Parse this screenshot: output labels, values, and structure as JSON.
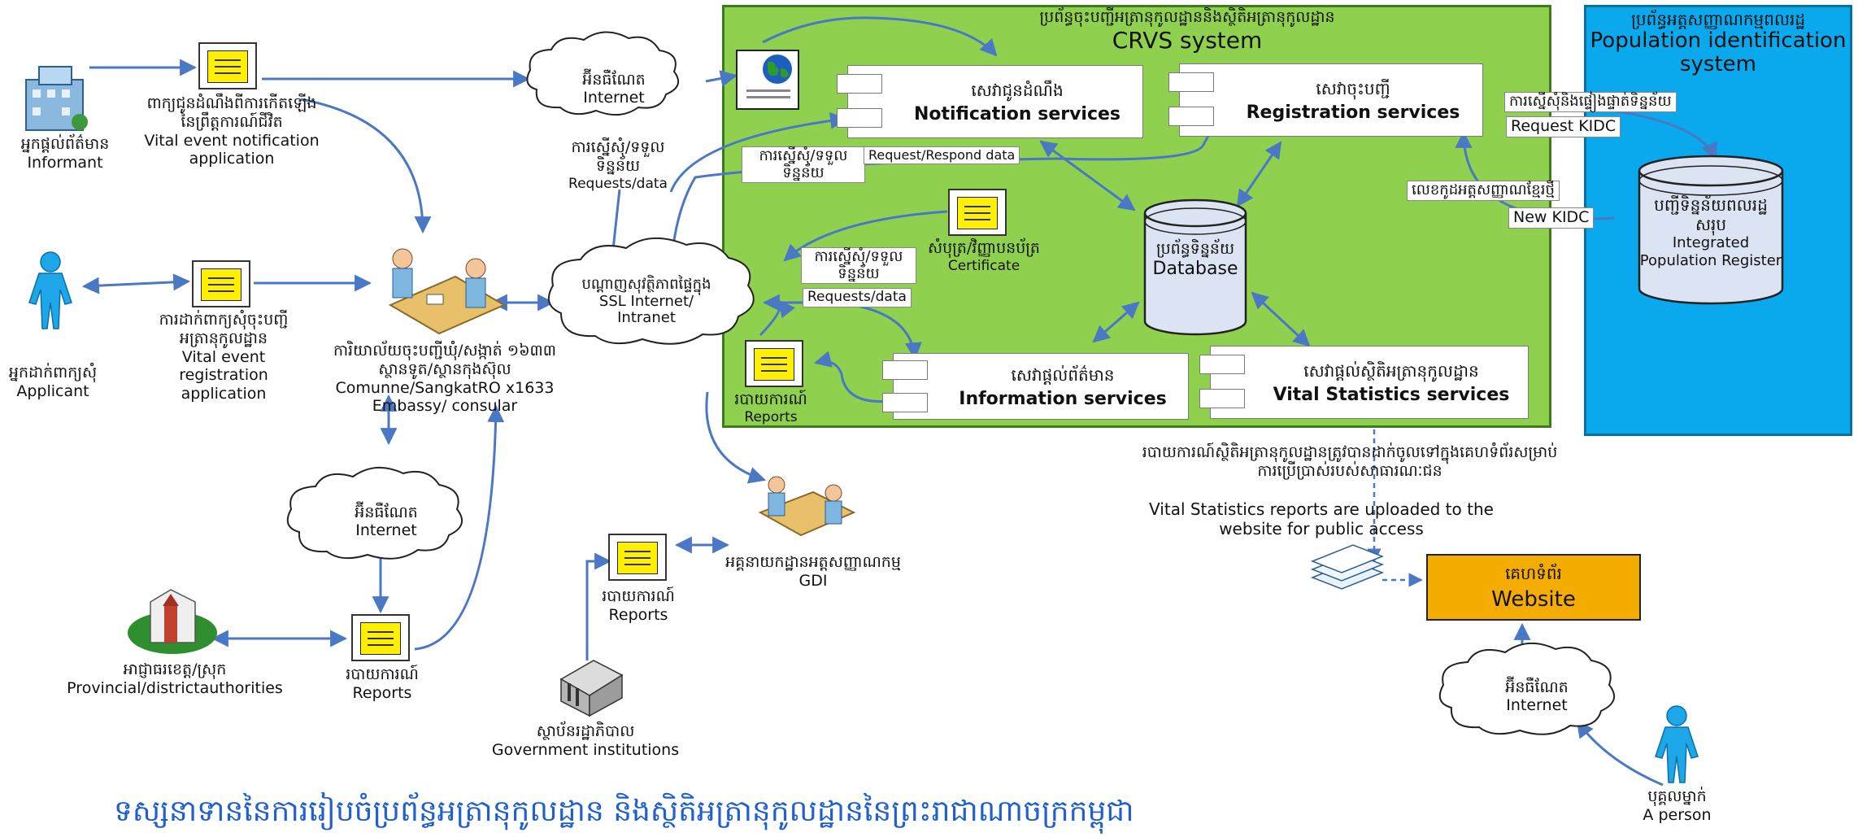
{
  "crvs": {
    "title_km": "ប្រព័ន្ធចុះបញ្ជីអត្រានុកូលដ្ឋាននិងស្ថិតិអត្រានុកូលដ្ឋាន",
    "title_en": "CRVS system"
  },
  "population": {
    "title_km": "ប្រព័ន្ធអត្តសញ្ញាណកម្មពលរដ្ឋ",
    "title_en": "Population identification system"
  },
  "services": {
    "notification": {
      "km": "សេវាជូនដំណឹង",
      "en": "Notification services"
    },
    "registration": {
      "km": "សេវាចុះបញ្ជី",
      "en": "Registration services"
    },
    "information": {
      "km": "សេវាផ្តល់ព័ត៌មាន",
      "en": "Information services"
    },
    "vital_stats": {
      "km": "សេវាផ្តល់ស្ថិតិអត្រានុកូលដ្ឋាន",
      "en": "Vital Statistics services"
    }
  },
  "database": {
    "km": "ប្រព័ន្ធទិន្នន័យ",
    "en": "Database"
  },
  "certificate": {
    "km": "សំបុត្រ/វិញ្ញាបនប័ត្រ",
    "en": "Certificate"
  },
  "reports_inner": {
    "km": "របាយការណ៍",
    "en": "Reports"
  },
  "request_respond": {
    "km": "ការស្នើសុំ/ទទួលទិន្នន័យ",
    "en": "Request/Respond data"
  },
  "requests_data_inner": {
    "km": "ការស្នើសុំ/ទទួលទិន្នន័យ",
    "en": "Requests/data"
  },
  "requests_data_outer": {
    "km": "ការស្នើសុំ/ទទួលទិន្នន័យ",
    "en": "Requests/data"
  },
  "kidc_request": {
    "km": "ការស្នើសុំនិងផ្ទៀងផ្ទាត់ទិន្នន័យ",
    "en": "Request KIDC"
  },
  "kidc_new": {
    "km": "លេខកូដអត្តសញ្ញាណខ្មែរថ្មី",
    "en": "New KIDC"
  },
  "ipr": {
    "km": "បញ្ជីទិន្នន័យពលរដ្ឋសរុប",
    "en": "Integrated Population Register"
  },
  "internet_top": {
    "km": "អ៊ីនធឺណែត",
    "en": "Internet"
  },
  "internet_left": {
    "km": "អ៊ីនធឺណែត",
    "en": "Internet"
  },
  "internet_right": {
    "km": "អ៊ីនធឺណែត",
    "en": "Internet"
  },
  "ssl": {
    "km": "បណ្តាញសុវត្ថិភាពផ្ទៃក្នុង",
    "en": "SSL Internet/ Intranet"
  },
  "informant": {
    "km": "អ្នកផ្តល់ព័ត៌មាន",
    "en": "Informant"
  },
  "applicant": {
    "km": "អ្នកដាក់ពាក្យសុំ",
    "en": "Applicant"
  },
  "vital_notif_app": {
    "km": "ពាក្យជូនដំណឹងពីការកើតឡើងនៃព្រឹត្តការណ៍ជីវិត",
    "en": "Vital event notification application"
  },
  "vital_reg_app": {
    "km": "ការដាក់ពាក្យសុំចុះបញ្ជីអត្រានុកូលដ្ឋាន",
    "en": "Vital event registration application"
  },
  "commune": {
    "km": "ការិយាល័យចុះបញ្ជីឃុំ/សង្កាត់ ១៦៣៣ ស្ថានទូត/ស្ថានកុងស៊ុល",
    "en": "Comunne/SangkatRO x1633 Embassy/ consular"
  },
  "provincial": {
    "km": "អាជ្ញាធរខេត្ត/ស្រុក",
    "en": "Provincial/districtauthorities"
  },
  "reports_prov": {
    "km": "របាយការណ៍",
    "en": "Reports"
  },
  "reports_gov": {
    "km": "របាយការណ៍",
    "en": "Reports"
  },
  "gdi": {
    "km": "អគ្គនាយកដ្ឋានអត្តសញ្ញាណកម្ម",
    "en": "GDI"
  },
  "gov": {
    "km": "ស្ថាប័នរដ្ឋាភិបាល",
    "en": "Government institutions"
  },
  "upload": {
    "km": "របាយការណ៍ស្ថិតិអត្រានុកូលដ្ឋានត្រូវបានដាក់ចូលទៅក្នុងគេហទំព័រសម្រាប់ការប្រើប្រាស់របស់សាធារណៈជន",
    "en": "Vital Statistics reports are uploaded to the website for public access"
  },
  "website": {
    "km": "គេហទំព័រ",
    "en": "Website"
  },
  "person": {
    "km": "បុគ្គលម្នាក់",
    "en": "A person"
  },
  "footer": "ទស្សនាទាននៃការរៀបចំប្រព័ន្ធអត្រានុកូលដ្ឋាន និងស្ថិតិអត្រានុកូលដ្ឋាននៃព្រះរាជាណាចក្រកម្ពុជា",
  "colors": {
    "crvs_panel": "#8fd14f",
    "population_panel": "#0aa8ec",
    "website": "#f5ac00",
    "arrow": "#4a78c4",
    "doc_icon": "#ffef00"
  }
}
